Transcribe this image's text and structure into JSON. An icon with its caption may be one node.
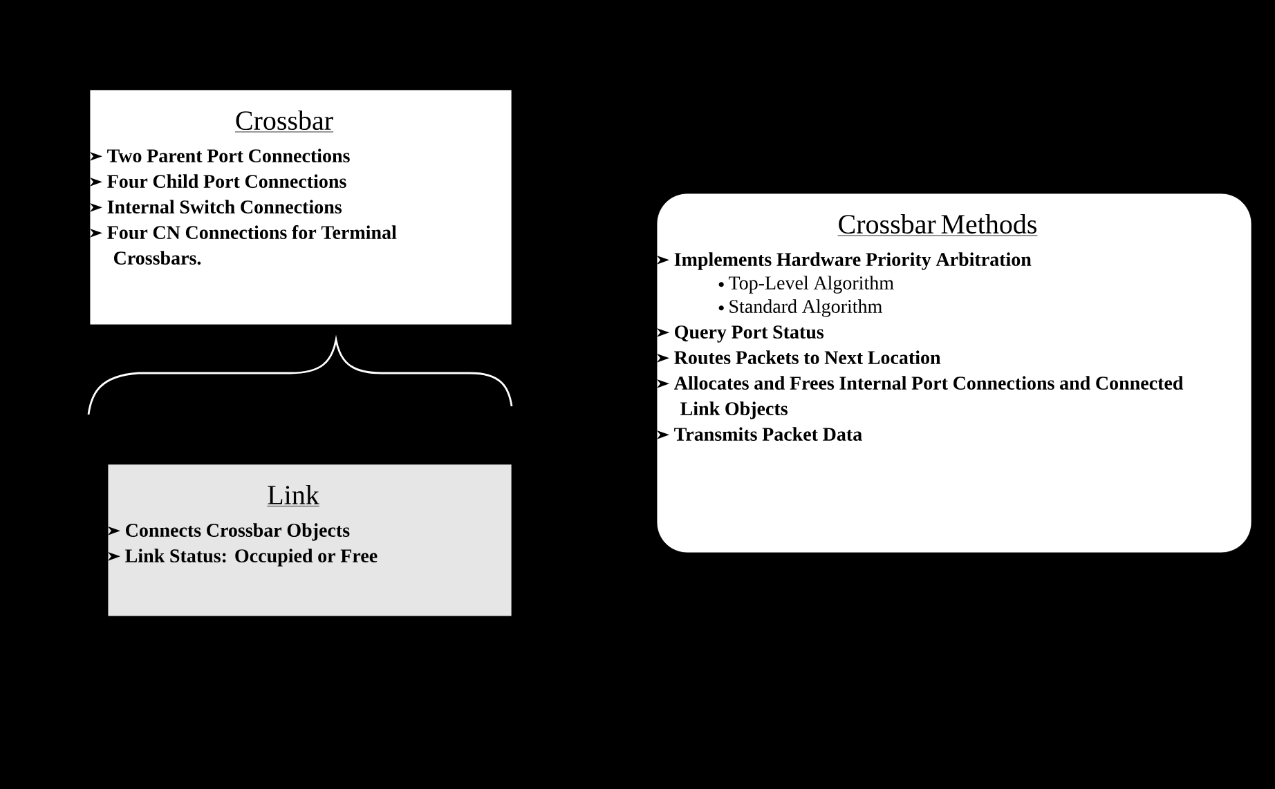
{
  "diagram": {
    "nodes": [
      {
        "text": [
          "Crossbar",
          "Two Parent Port Connections",
          "Four Child Port Connections",
          "Internal Switch Connections",
          "Four CN Connections for Terminal Crossbars."
        ]
      },
      {
        "text": [
          "Crossbar Methods",
          "Implements Hardware Priority Arbitration",
          "Top-Level Algorithm",
          "Standard Algorithm",
          "Query Port Status",
          "Routes Packets to Next Location",
          "Allocates and Frees Internal Port Connections and Connected Link Objects",
          "Transmits Packet Data"
        ]
      },
      {
        "text": [
          "Link",
          "Connects Crossbar Objects",
          "Link Status: Occupied or Free"
        ]
      }
    ]
  }
}
